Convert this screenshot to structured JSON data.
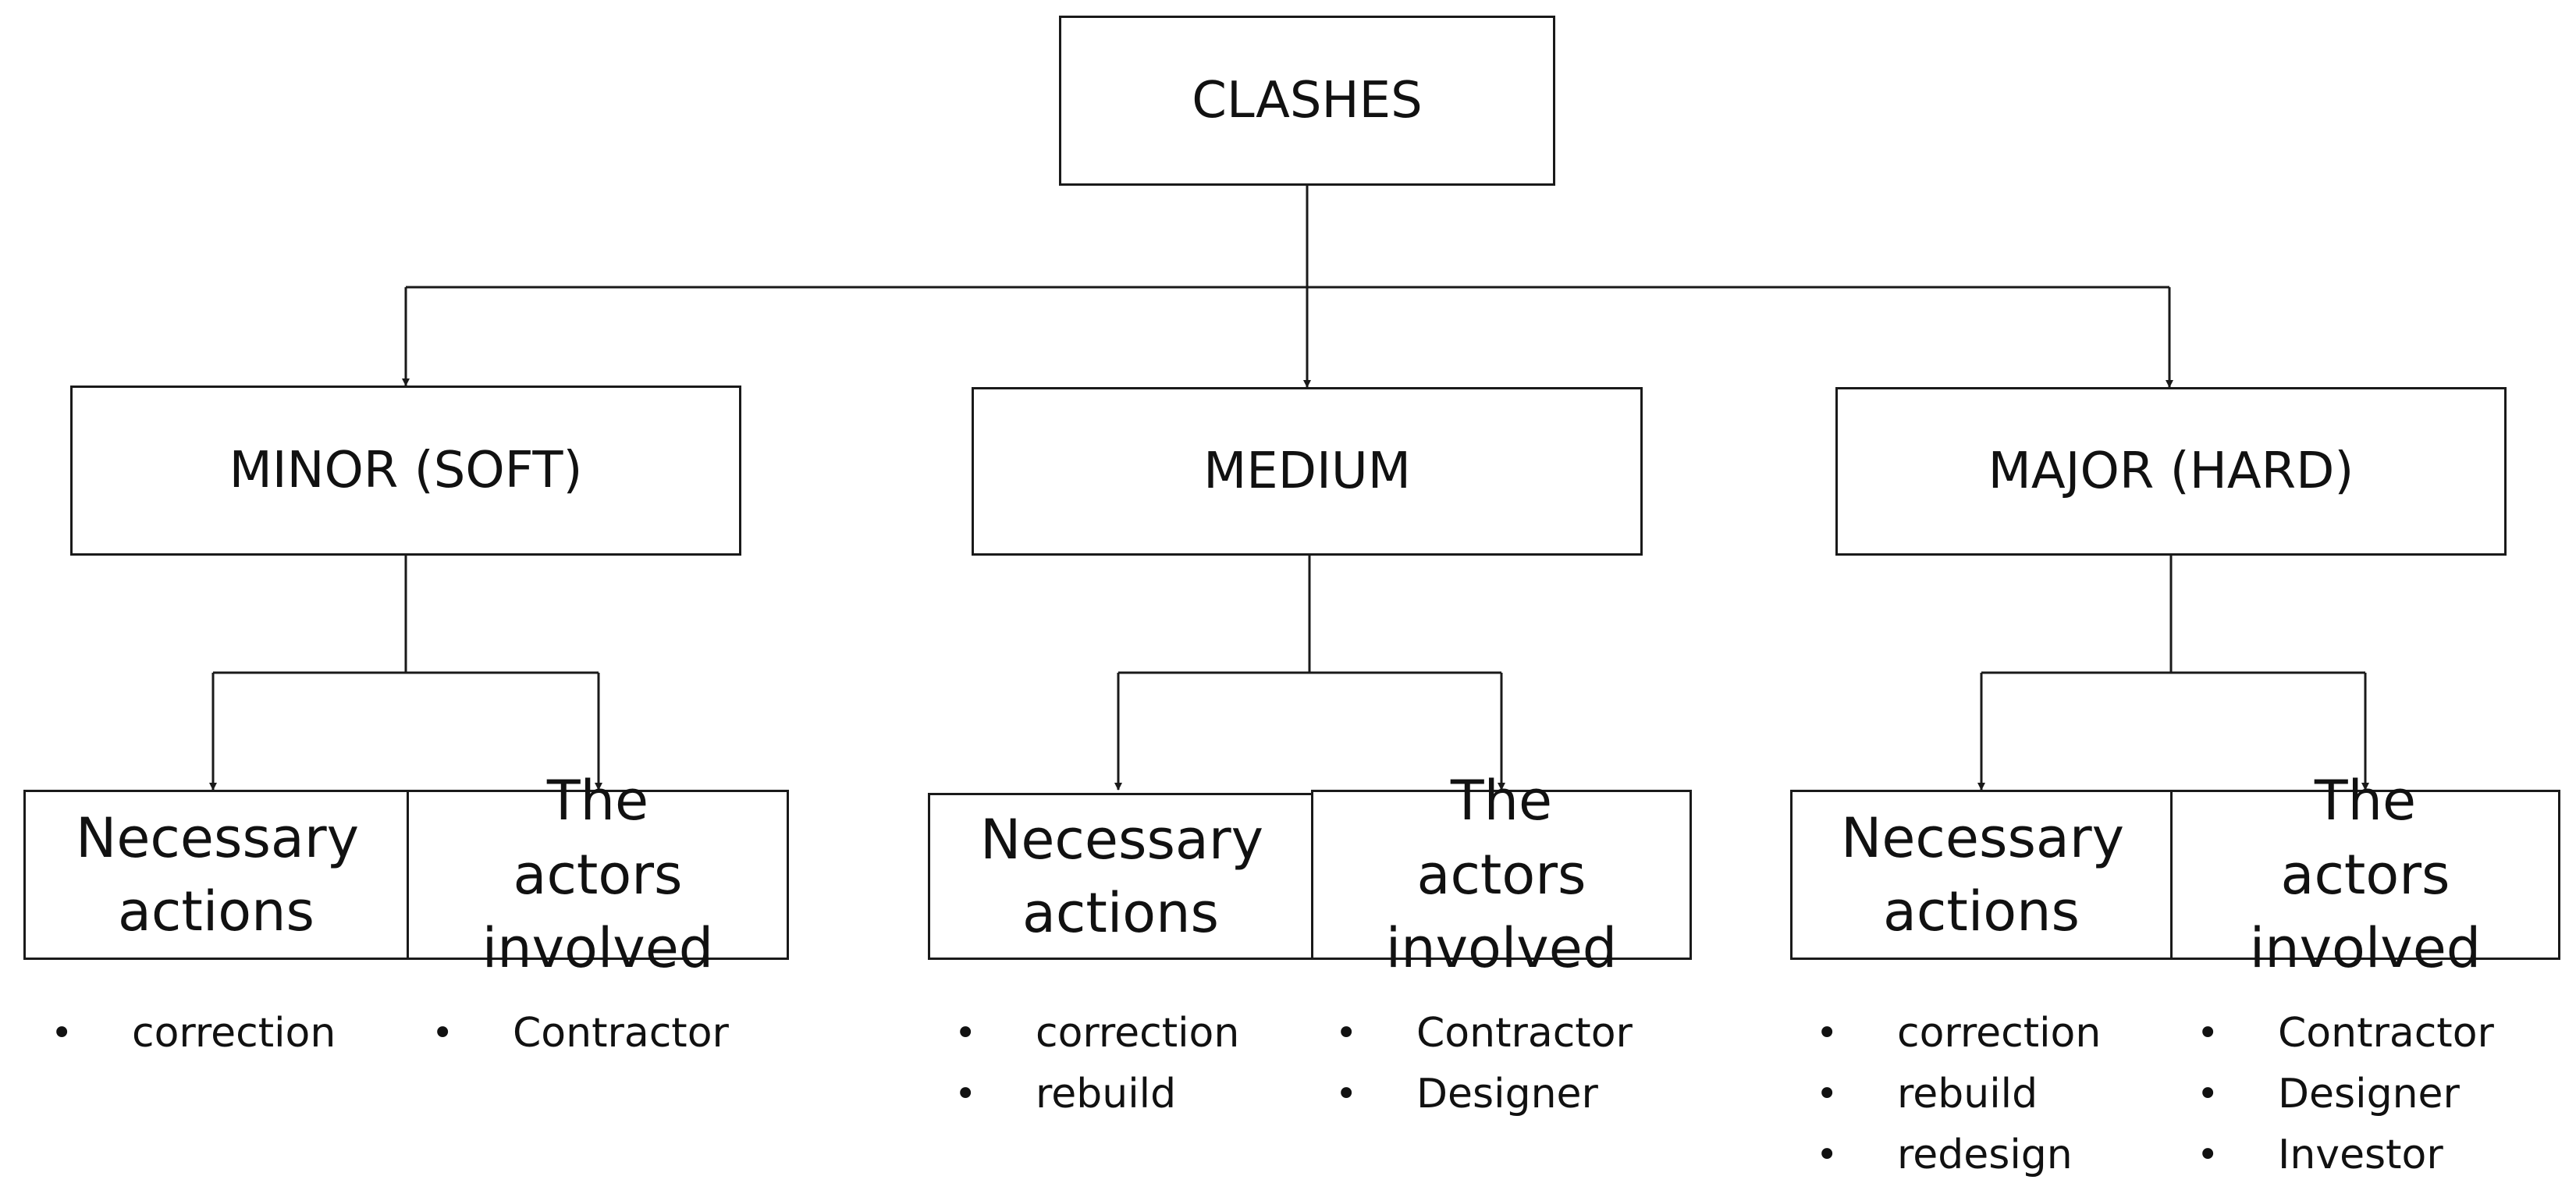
{
  "root": {
    "label": "CLASHES"
  },
  "categories": [
    {
      "label": "MINOR (SOFT)",
      "actions_header": "Necessary actions",
      "actors_header": "The actors involved",
      "actions": [
        "correction"
      ],
      "actors": [
        "Contractor"
      ]
    },
    {
      "label": "MEDIUM",
      "actions_header": "Necessary actions",
      "actors_header": "The actors involved",
      "actions": [
        "correction",
        "rebuild"
      ],
      "actors": [
        "Contractor",
        "Designer"
      ]
    },
    {
      "label": "MAJOR (HARD)",
      "actions_header": "Necessary actions",
      "actors_header": "The actors involved",
      "actions": [
        "correction",
        "rebuild",
        "redesign"
      ],
      "actors": [
        "Contractor",
        "Designer",
        "Investor"
      ]
    }
  ],
  "bullet_char": "•",
  "colors": {
    "line": "#1a1a1a",
    "text": "#111111",
    "background": "#ffffff"
  }
}
